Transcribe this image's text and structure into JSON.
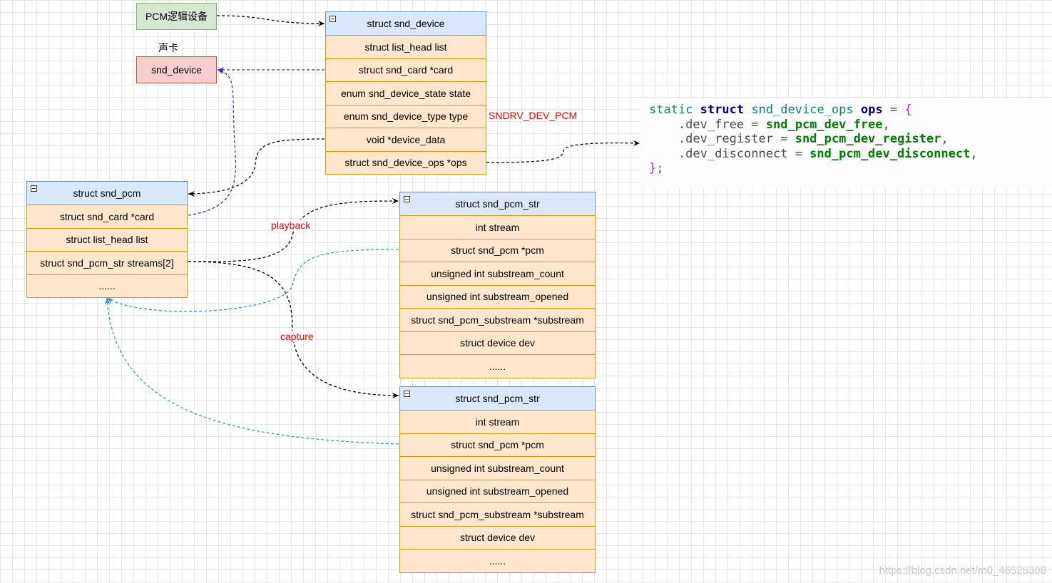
{
  "notes": {
    "pcm_device": "PCM逻辑设备",
    "sound_card_caption": "声卡",
    "snd_device_box": "snd_device"
  },
  "snd_device": {
    "title": "struct snd_device",
    "fields": [
      "struct list_head list",
      "struct snd_card *card",
      "enum snd_device_state state",
      "enum snd_device_type type",
      "void *device_data",
      "struct snd_device_ops *ops"
    ]
  },
  "type_annotation": "SNDRV_DEV_PCM",
  "snd_pcm": {
    "title": "struct snd_pcm",
    "fields": [
      "struct snd_card *card",
      "struct list_head list",
      "struct snd_pcm_str streams[2]",
      "......"
    ]
  },
  "snd_pcm_str_playback": {
    "title": "struct snd_pcm_str",
    "fields": [
      "int stream",
      "struct snd_pcm *pcm",
      "unsigned int substream_count",
      "unsigned int substream_opened",
      "struct snd_pcm_substream *substream",
      "struct device dev",
      "......"
    ]
  },
  "snd_pcm_str_capture": {
    "title": "struct snd_pcm_str",
    "fields": [
      "int stream",
      "struct snd_pcm *pcm",
      "unsigned int substream_count",
      "unsigned int substream_opened",
      "struct snd_pcm_substream *substream",
      "struct device dev",
      "......"
    ]
  },
  "edge_labels": {
    "playback": "playback",
    "capture": "capture"
  },
  "code": {
    "l1_static": "static",
    "l1_struct": "struct",
    "l1_type": "snd_device_ops",
    "l1_name": "ops",
    "l1_eq": " = ",
    "l1_brace": "{",
    "l2_field": "    .dev_free = ",
    "l2_fn": "snd_pcm_dev_free",
    "l3_field": "    .dev_register = ",
    "l3_fn": "snd_pcm_dev_register",
    "l4_field": "    .dev_disconnect = ",
    "l4_fn": "snd_pcm_dev_disconnect",
    "l5_close": "};",
    "comma": ","
  },
  "watermark": "https://blog.csdn.net/m0_46525308",
  "colors": {
    "struct_header": "#dae8fc",
    "struct_row": "#ffe6cc",
    "row_border": "#d79b00",
    "note_green": "#d5e8d4",
    "note_red": "#f8cecc",
    "arrow_black": "#000000",
    "arrow_purple": "#3333cc",
    "arrow_blue": "#3399ee",
    "label_red": "#ff0000"
  }
}
